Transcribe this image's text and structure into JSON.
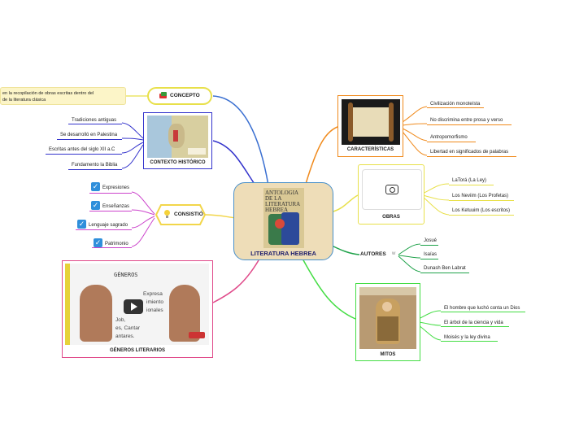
{
  "center": {
    "title": "LITERATURA HEBREA",
    "book_text": "ANTOLOGIA DE LA LITERATURA HEBREA"
  },
  "concepto": {
    "title": "CONCEPTO",
    "note_line1": "en la recopilación de obras escritas dentro del",
    "note_line2": "de la literatura clásica"
  },
  "contexto": {
    "title": "CONTEXTO HISTÓRICO",
    "items": [
      "Tradiciones antiguas",
      "Se desarrolló en Palestina",
      "Escritas antes del siglo XII a.C",
      "Fundamento la Biblia"
    ]
  },
  "consistio": {
    "title": "CONSISTIÓ",
    "items": [
      "Expresiones",
      "Enseñanzas",
      "Lenguaje sagrado",
      "Patrimonio"
    ]
  },
  "generos": {
    "title": "GÉNEROS LITERARIOS",
    "video_heading": "GÉNEROS",
    "video_lines": [
      "Expresa",
      "imiento",
      "ionales",
      "Job,",
      "es, Cantar",
      "antares."
    ]
  },
  "caracteristicas": {
    "title": "CARACTERÍSTICAS",
    "items": [
      "Civilización monoteísta",
      "No discrimina entre prosa y verso",
      "Antropomorfismo",
      "Libertad en significados de palabras"
    ]
  },
  "obras": {
    "title": "OBRAS",
    "items": [
      "LaTorá (La Ley)",
      "Los Neviim (Los Profetas)",
      "Los Ketuuim (Los escritos)"
    ]
  },
  "autores": {
    "title": "AUTORES",
    "items": [
      "Josué",
      "Isaías",
      "Dunash Ben Labrat"
    ]
  },
  "mitos": {
    "title": "MITOS",
    "items": [
      "El hombre que luchó conta un Dios",
      "El árbol de la ciencia y vida",
      "Moisés y la ley divina"
    ]
  },
  "colors": {
    "concepto": "#e8e04a",
    "contexto": "#3333cc",
    "consistio": "#f2d64a",
    "consistio_links": "#cc44cc",
    "generos": "#e04a8a",
    "caracteristicas": "#f08a1c",
    "obras": "#e8e04a",
    "autores": "#1fa24a",
    "mitos": "#44dd44",
    "center_link_concepto": "#3a6fd1"
  },
  "icons": {
    "camera": "camera-icon",
    "play": "play-icon",
    "bulb": "lightbulb-icon",
    "book": "book-icon"
  }
}
